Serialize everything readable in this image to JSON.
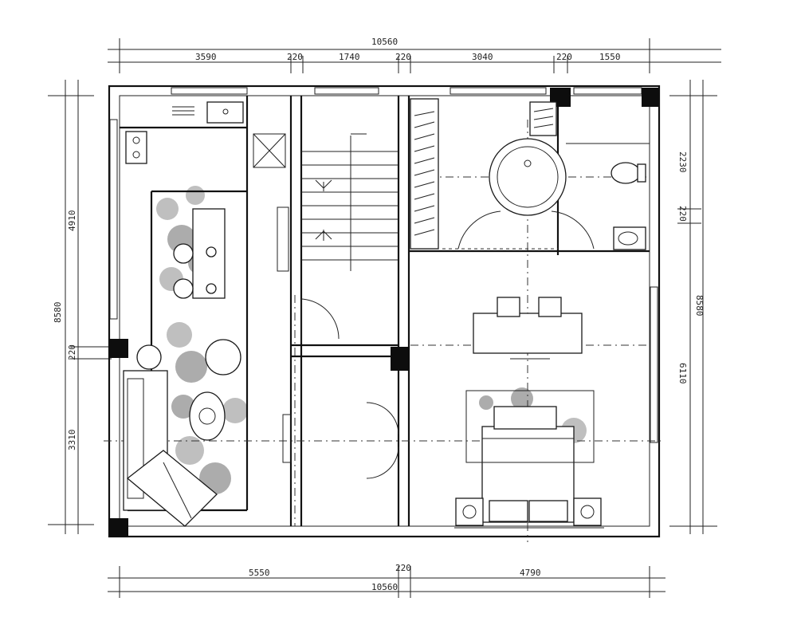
{
  "dimensions": {
    "top_overall": "10560",
    "top_segments": [
      "3590",
      "220",
      "1740",
      "220",
      "3040",
      "220",
      "1550"
    ],
    "bottom_overall": "10560",
    "bottom_segments": [
      "5550",
      "220",
      "4790"
    ],
    "left_overall": "8580",
    "left_segments": [
      "4910",
      "220",
      "3310"
    ],
    "right_overall": "8580",
    "right_segments": [
      "2230",
      "220",
      "6110"
    ]
  }
}
